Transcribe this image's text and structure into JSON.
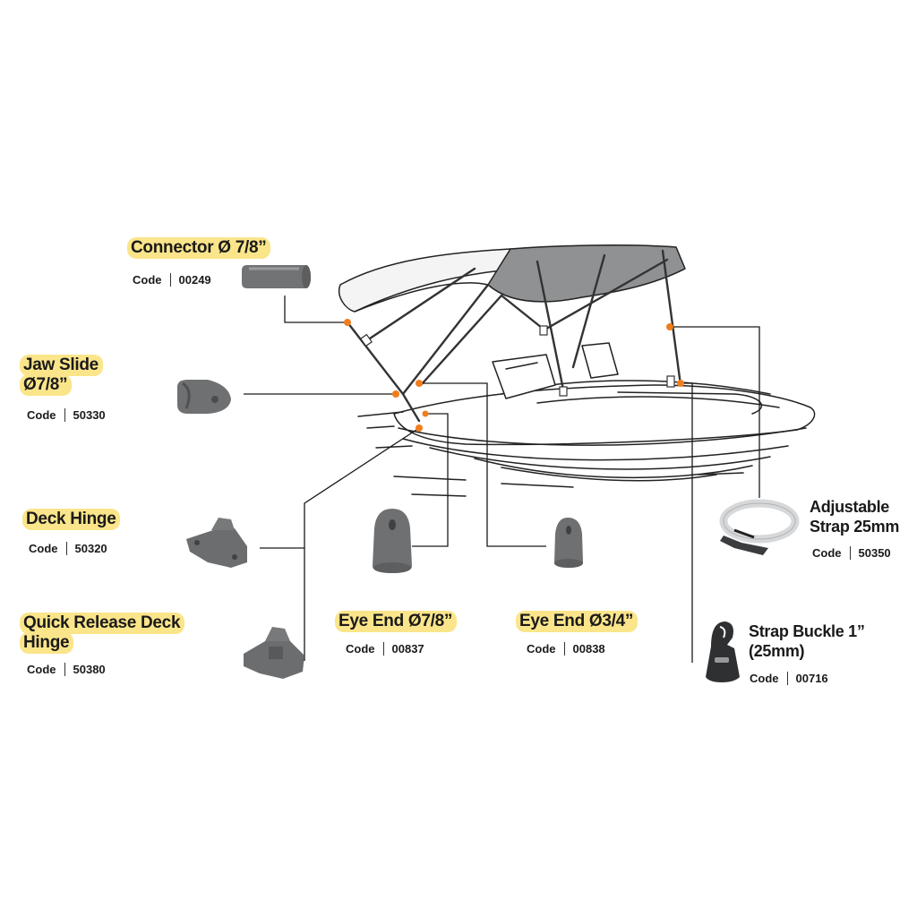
{
  "parts": [
    {
      "id": "connector",
      "title": "Connector Ø 7/8”",
      "code_label": "Code",
      "code": "00249",
      "icon": "tube-connector-icon"
    },
    {
      "id": "jaw-slide",
      "title": "Jaw Slide Ø7/8”",
      "code_label": "Code",
      "code": "50330",
      "icon": "jaw-slide-icon"
    },
    {
      "id": "deck-hinge",
      "title": "Deck Hinge",
      "code_label": "Code",
      "code": "50320",
      "icon": "deck-hinge-icon"
    },
    {
      "id": "quick-release-deck-hinge",
      "title": "Quick Release Deck Hinge",
      "code_label": "Code",
      "code": "50380",
      "icon": "quick-release-hinge-icon"
    },
    {
      "id": "eye-end-7-8",
      "title": "Eye End Ø7/8”",
      "code_label": "Code",
      "code": "00837",
      "icon": "eye-end-icon"
    },
    {
      "id": "eye-end-3-4",
      "title": "Eye End Ø3/4”",
      "code_label": "Code",
      "code": "00838",
      "icon": "eye-end-icon"
    },
    {
      "id": "adjustable-strap",
      "title": "Adjustable Strap 25mm",
      "code_label": "Code",
      "code": "50350",
      "icon": "strap-icon"
    },
    {
      "id": "strap-buckle",
      "title": "Strap Buckle 1” (25mm)",
      "code_label": "Code",
      "code": "00716",
      "icon": "buckle-hook-icon"
    }
  ],
  "colors": {
    "highlight": "#fbe58a",
    "part_gray": "#6e7072",
    "canopy_gray": "#8f9193",
    "marker_orange": "#f07d1c",
    "line": "#1a1a1a"
  },
  "illustration": "boat-with-bimini-top"
}
